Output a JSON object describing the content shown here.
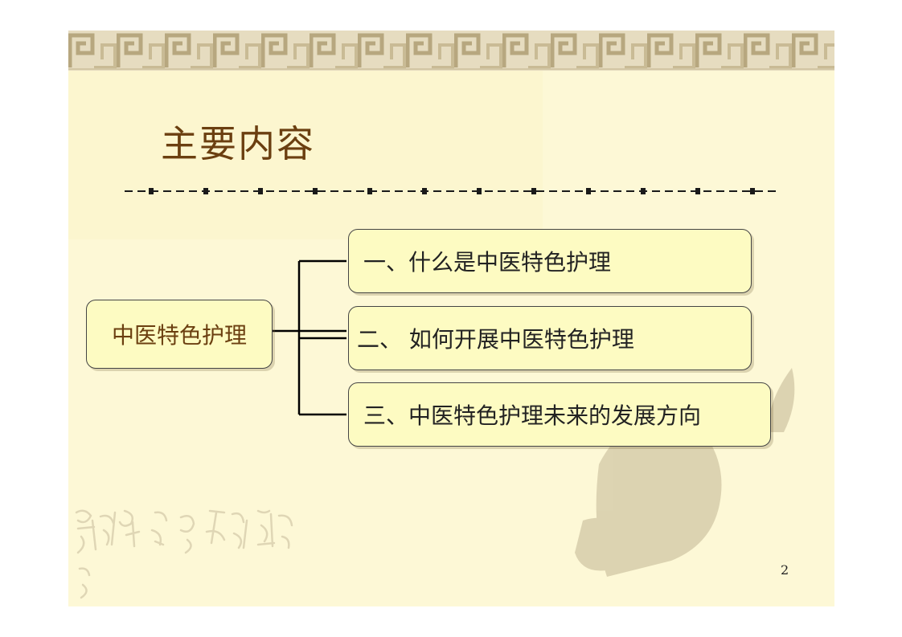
{
  "slide": {
    "title": "主要内容",
    "page_number": "2"
  },
  "mindmap": {
    "root": "中医特色护理",
    "branches": [
      "一、什么是中医特色护理",
      "二、 如何开展中医特色护理",
      "三、中医特色护理未来的发展方向"
    ]
  },
  "colors": {
    "background": "#fdf8d6",
    "title_text": "#6b3f10",
    "box_fill": "#fdfbc2",
    "connector": "#000000"
  },
  "decorations": {
    "top_border": "greek-key-pattern-band",
    "bottom_left": "chinese-calligraphy-watermark",
    "bottom_right": "ink-painting-scholar-watermark"
  }
}
